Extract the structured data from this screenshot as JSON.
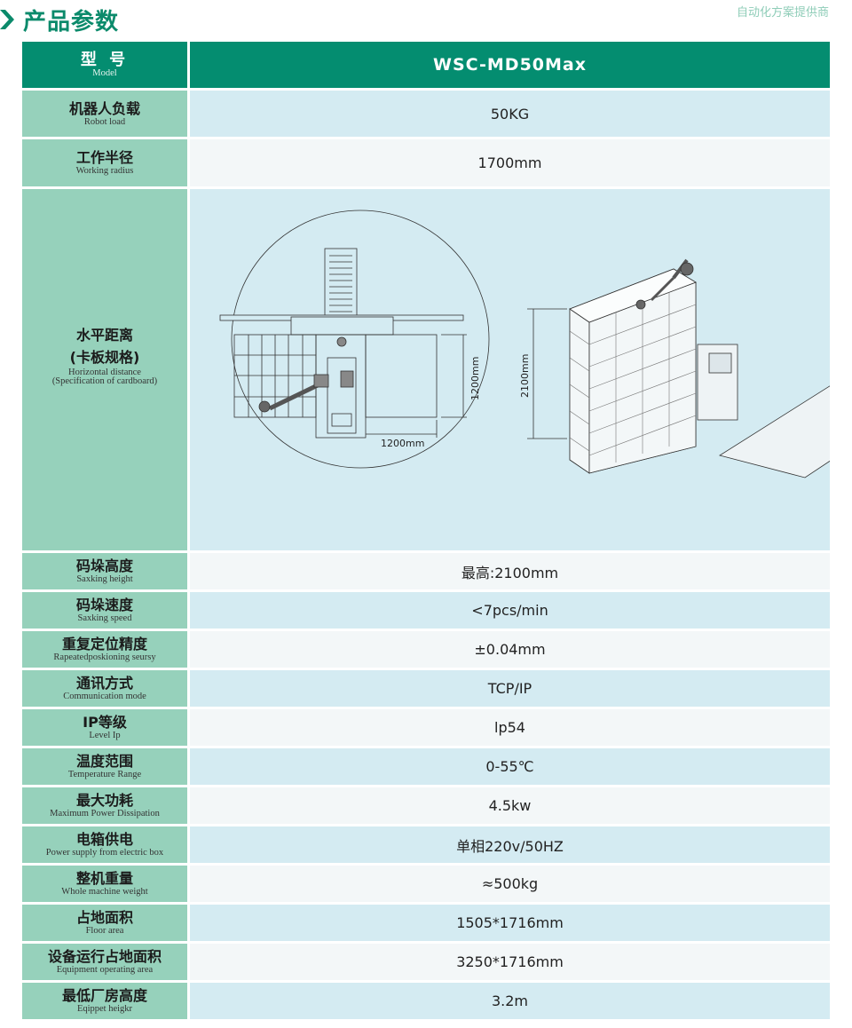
{
  "page": {
    "title": "产品参数",
    "tagline": "自动化方案提供商"
  },
  "header": {
    "label_cn": "型 号",
    "label_en": "Model",
    "value": "WSC-MD50Max"
  },
  "rows": [
    {
      "label_cn": "机器人负载",
      "label_en": "Robot load",
      "value": "50KG"
    },
    {
      "label_cn": "工作半径",
      "label_en": "Working radius",
      "value": "1700mm"
    },
    {
      "label_cn": "水平距离",
      "label_cn2": "(卡板规格)",
      "label_en": "Horizontal distance",
      "label_en2": "(Specification of cardboard)",
      "value": "diagram"
    },
    {
      "label_cn": "码垛高度",
      "label_en": "Saxking height",
      "value": "最高:2100mm"
    },
    {
      "label_cn": "码垛速度",
      "label_en": "Saxking speed",
      "value": "<7pcs/min"
    },
    {
      "label_cn": "重复定位精度",
      "label_en": "Rapeatedposkioning seursy",
      "value": "±0.04mm"
    },
    {
      "label_cn": "通讯方式",
      "label_en": "Communication mode",
      "value": "TCP/IP"
    },
    {
      "label_cn": "IP等级",
      "label_en": "Level Ip",
      "value": "lp54"
    },
    {
      "label_cn": "温度范围",
      "label_en": "Temperature Range",
      "value": "0-55℃"
    },
    {
      "label_cn": "最大功耗",
      "label_en": "Maximum Power Dissipation",
      "value": "4.5kw"
    },
    {
      "label_cn": "电箱供电",
      "label_en": "Power supply from electric box",
      "value": "单相220v/50HZ"
    },
    {
      "label_cn": "整机重量",
      "label_en": "Whole machine weight",
      "value": "≈500kg"
    },
    {
      "label_cn": "占地面积",
      "label_en": "Floor area",
      "value": "1505*1716mm"
    },
    {
      "label_cn": "设备运行占地面积",
      "label_en": "Equipment operating area",
      "value": "3250*1716mm"
    },
    {
      "label_cn": "最低厂房高度",
      "label_en": "Eqippet heigkr",
      "value": "3.2m"
    }
  ],
  "diagram": {
    "top_view": {
      "width_dim": "1200mm",
      "depth_dim": "1200mm"
    },
    "iso_view": {
      "height_dim": "2100mm"
    }
  },
  "colors": {
    "brand_green": "#048d70",
    "label_bg": "#96d1bb",
    "value_blue": "#d4ebf2",
    "value_white": "#f3f7f8",
    "title_green": "#0b8a6b"
  }
}
